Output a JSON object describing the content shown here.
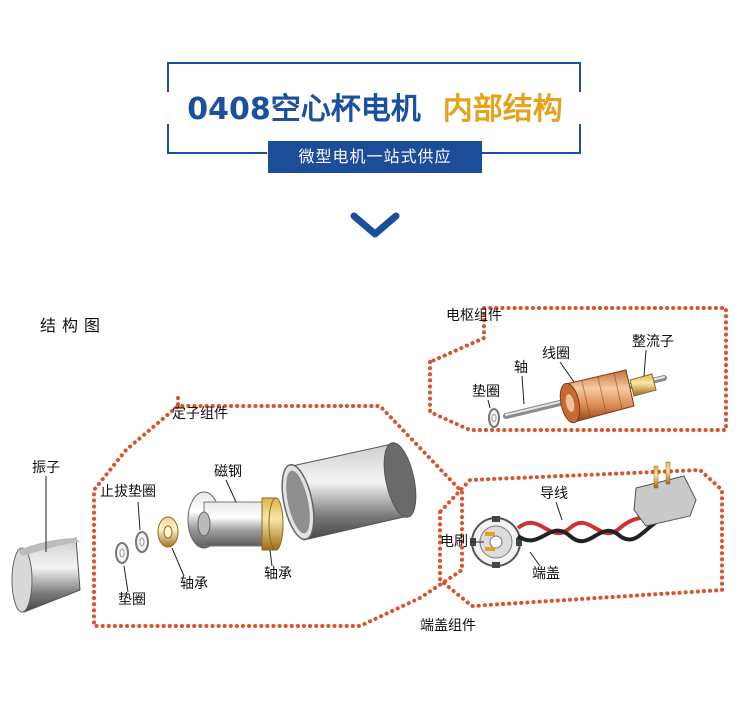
{
  "header": {
    "title_blue": "0408空心杯电机",
    "title_gold": "内部结构",
    "banner": "微型电机一站式供应",
    "colors": {
      "blue": "#1b4fa0",
      "gold": "#e5a21a",
      "dots": "#d9532b"
    }
  },
  "diagram": {
    "title": "结构图",
    "groups": {
      "stator": "定子组件",
      "armature": "电枢组件",
      "endcap": "端盖组件"
    },
    "parts": {
      "vibrator": "振子",
      "stop_washer": "止拔垫圈",
      "washer_left": "垫圈",
      "bearing_1": "轴承",
      "magnet": "磁钢",
      "bearing_2": "轴承",
      "washer_armature": "垫圈",
      "shaft": "轴",
      "coil": "线圈",
      "commutator": "整流子",
      "lead_wire": "导线",
      "brush": "电刷",
      "end_cap": "端盖"
    }
  }
}
